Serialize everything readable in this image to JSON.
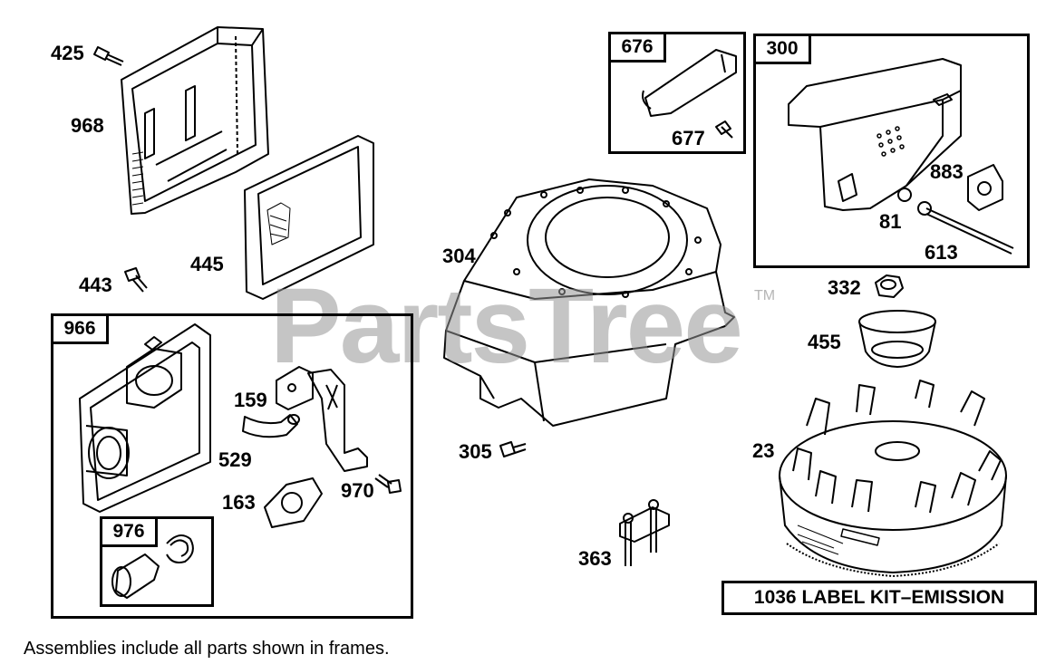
{
  "watermark": {
    "text": "PartsTree",
    "trademark": "TM"
  },
  "footer_note": "Assemblies include all parts shown in frames.",
  "kit_label": "1036 LABEL KIT–EMISSION",
  "frames": {
    "f966": "966",
    "f976": "976",
    "f676": "676",
    "f300": "300"
  },
  "parts": {
    "p425": "425",
    "p968": "968",
    "p445": "445",
    "p443": "443",
    "p304": "304",
    "p677": "677",
    "p883": "883",
    "p81": "81",
    "p613": "613",
    "p332": "332",
    "p455": "455",
    "p23": "23",
    "p159": "159",
    "p529": "529",
    "p163": "163",
    "p970": "970",
    "p305": "305",
    "p363": "363"
  }
}
